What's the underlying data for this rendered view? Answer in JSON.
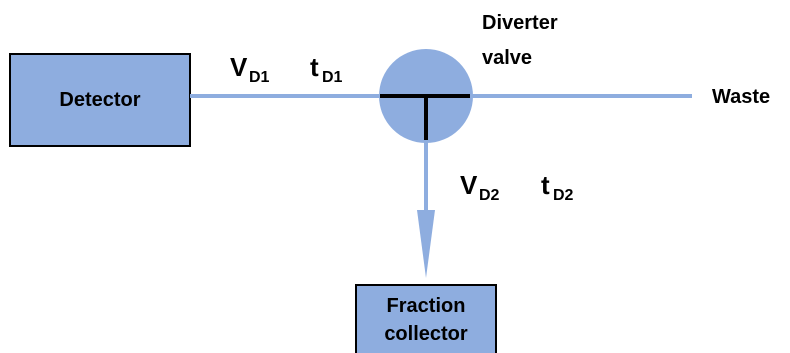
{
  "boxes": {
    "detector": "Detector",
    "fraction_collector_line1": "Fraction",
    "fraction_collector_line2": "collector"
  },
  "valve": {
    "label_line1": "Diverter",
    "label_line2": "valve"
  },
  "outlet": {
    "waste": "Waste"
  },
  "delays": {
    "v": "V",
    "t": "t",
    "sub_d1": "D1",
    "sub_d2": "D2"
  },
  "colors": {
    "box_fill": "#8eaddf",
    "line": "#8eaddf",
    "valve_fill": "#8eaddf",
    "text": "#000000"
  }
}
